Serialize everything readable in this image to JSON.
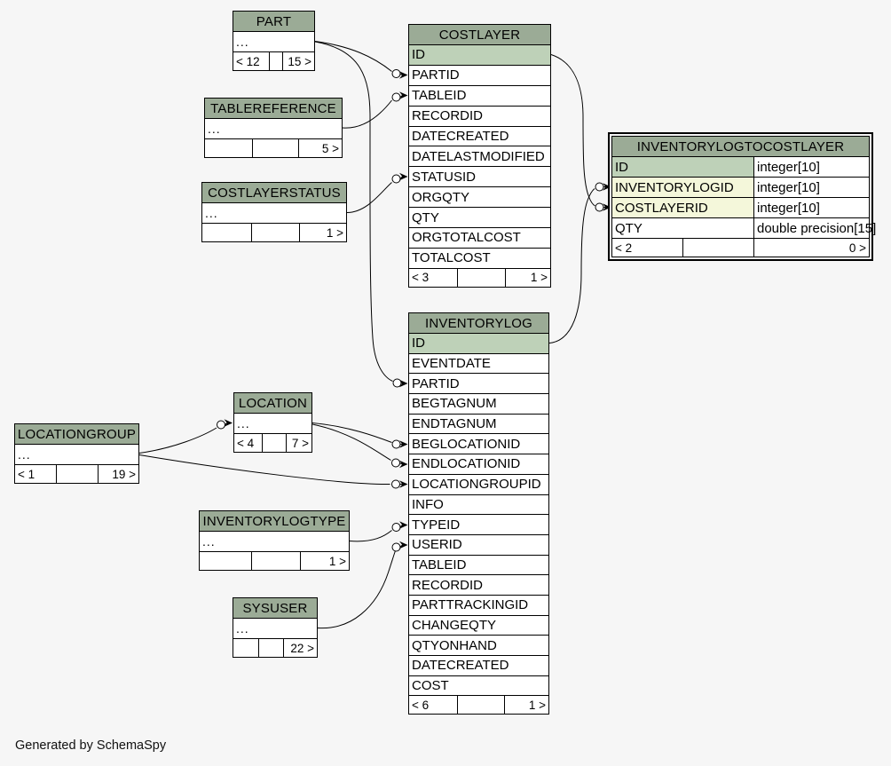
{
  "page": {
    "footer_text": "Generated by SchemaSpy"
  },
  "colors": {
    "background": "#f6f6f6",
    "table_header": "#9bab96",
    "primary_key_row": "#bed1b8",
    "foreign_key_row": "#f4f7da",
    "table_background": "#ffffff",
    "border": "#000000"
  },
  "tables": [
    {
      "id": "part",
      "name": "PART",
      "ellipsis": "...",
      "footer": [
        "< 12",
        "",
        "15 >"
      ]
    },
    {
      "id": "tablereference",
      "name": "TABLEREFERENCE",
      "ellipsis": "...",
      "footer": [
        "",
        "",
        "5 >"
      ]
    },
    {
      "id": "costlayerstatus",
      "name": "COSTLAYERSTATUS",
      "ellipsis": "...",
      "footer": [
        "",
        "",
        "1 >"
      ]
    },
    {
      "id": "costlayer",
      "name": "COSTLAYER",
      "columns": [
        {
          "name": "ID",
          "key": "pk"
        },
        {
          "name": "PARTID"
        },
        {
          "name": "TABLEID"
        },
        {
          "name": "RECORDID"
        },
        {
          "name": "DATECREATED"
        },
        {
          "name": "DATELASTMODIFIED"
        },
        {
          "name": "STATUSID"
        },
        {
          "name": "ORGQTY"
        },
        {
          "name": "QTY"
        },
        {
          "name": "ORGTOTALCOST"
        },
        {
          "name": "TOTALCOST"
        }
      ],
      "footer": [
        "< 3",
        "",
        "1 >"
      ]
    },
    {
      "id": "inventorylogtocostlayer",
      "name": "INVENTORYLOGTOCOSTLAYER",
      "columns": [
        {
          "name": "ID",
          "type": "integer[10]",
          "key": "pk"
        },
        {
          "name": "INVENTORYLOGID",
          "type": "integer[10]",
          "key": "fk"
        },
        {
          "name": "COSTLAYERID",
          "type": "integer[10]",
          "key": "fk"
        },
        {
          "name": "QTY",
          "type": "double precision[15]"
        }
      ],
      "footer": [
        "< 2",
        "",
        "0 >"
      ]
    },
    {
      "id": "inventorylog",
      "name": "INVENTORYLOG",
      "columns": [
        {
          "name": "ID",
          "key": "pk"
        },
        {
          "name": "EVENTDATE"
        },
        {
          "name": "PARTID"
        },
        {
          "name": "BEGTAGNUM"
        },
        {
          "name": "ENDTAGNUM"
        },
        {
          "name": "BEGLOCATIONID"
        },
        {
          "name": "ENDLOCATIONID"
        },
        {
          "name": "LOCATIONGROUPID"
        },
        {
          "name": "INFO"
        },
        {
          "name": "TYPEID"
        },
        {
          "name": "USERID"
        },
        {
          "name": "TABLEID"
        },
        {
          "name": "RECORDID"
        },
        {
          "name": "PARTTRACKINGID"
        },
        {
          "name": "CHANGEQTY"
        },
        {
          "name": "QTYONHAND"
        },
        {
          "name": "DATECREATED"
        },
        {
          "name": "COST"
        }
      ],
      "footer": [
        "< 6",
        "",
        "1 >"
      ]
    },
    {
      "id": "location",
      "name": "LOCATION",
      "ellipsis": "...",
      "footer": [
        "< 4",
        "",
        "7 >"
      ]
    },
    {
      "id": "locationgroup",
      "name": "LOCATIONGROUP",
      "ellipsis": "...",
      "footer": [
        "< 1",
        "",
        "19 >"
      ]
    },
    {
      "id": "inventorylogtype",
      "name": "INVENTORYLOGTYPE",
      "ellipsis": "...",
      "footer": [
        "",
        "",
        "1 >"
      ]
    },
    {
      "id": "sysuser",
      "name": "SYSUSER",
      "ellipsis": "...",
      "footer": [
        "",
        "",
        "22 >"
      ]
    }
  ],
  "relationships": [
    {
      "from": "PART",
      "to": "COSTLAYER.PARTID"
    },
    {
      "from": "PART",
      "to": "INVENTORYLOG.PARTID"
    },
    {
      "from": "TABLEREFERENCE",
      "to": "COSTLAYER.TABLEID"
    },
    {
      "from": "COSTLAYERSTATUS",
      "to": "COSTLAYER.STATUSID"
    },
    {
      "from": "COSTLAYER.ID",
      "to": "INVENTORYLOGTOCOSTLAYER.COSTLAYERID"
    },
    {
      "from": "INVENTORYLOG.ID",
      "to": "INVENTORYLOGTOCOSTLAYER.INVENTORYLOGID"
    },
    {
      "from": "LOCATIONGROUP",
      "to": "LOCATION"
    },
    {
      "from": "LOCATION",
      "to": "INVENTORYLOG.BEGLOCATIONID"
    },
    {
      "from": "LOCATION",
      "to": "INVENTORYLOG.ENDLOCATIONID"
    },
    {
      "from": "LOCATIONGROUP",
      "to": "INVENTORYLOG.LOCATIONGROUPID"
    },
    {
      "from": "INVENTORYLOGTYPE",
      "to": "INVENTORYLOG.TYPEID"
    },
    {
      "from": "SYSUSER",
      "to": "INVENTORYLOG.USERID"
    }
  ]
}
